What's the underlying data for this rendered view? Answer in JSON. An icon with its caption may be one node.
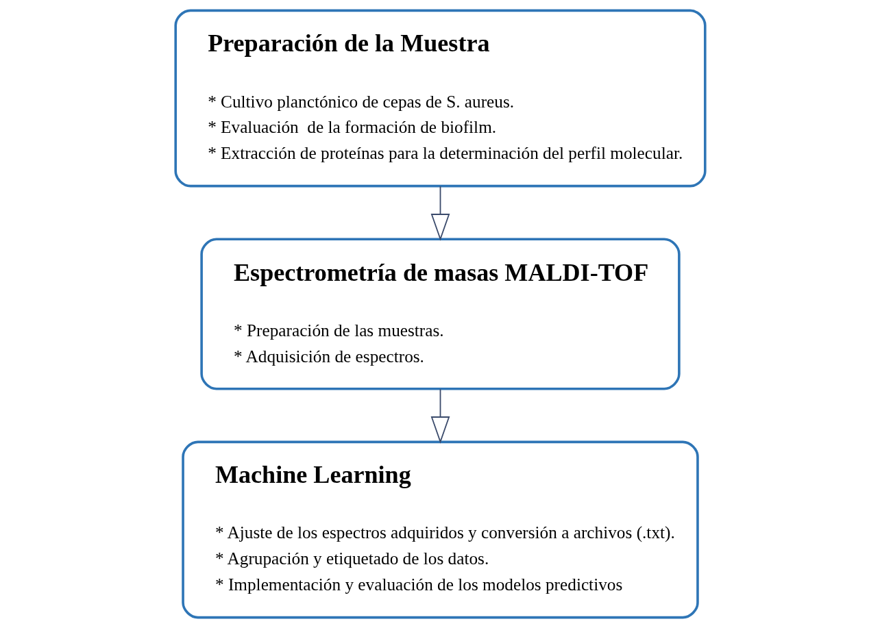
{
  "diagram": {
    "nodes": [
      {
        "text": [
          "Preparación de la Muestra",
          "* Cultivo planctónico de cepas de S. aureus.",
          "* Evaluación  de la formación de biofilm.",
          "* Extracción de proteínas para la determinación del perfil molecular."
        ]
      },
      {
        "text": [
          "Espectrometría de masas MALDI-TOF",
          "* Preparación de las muestras.",
          "* Adquisición de espectros."
        ]
      },
      {
        "text": [
          "Machine Learning",
          "* Ajuste de los espectros adquiridos y conversión a archivos (.txt).",
          "* Agrupación y etiquetado de los datos.",
          "* Implementación y evaluación de los modelos predictivos"
        ]
      }
    ],
    "edges": [
      {
        "from": 0,
        "to": 1,
        "arrow": "to"
      },
      {
        "from": 1,
        "to": 2,
        "arrow": "to"
      }
    ]
  }
}
